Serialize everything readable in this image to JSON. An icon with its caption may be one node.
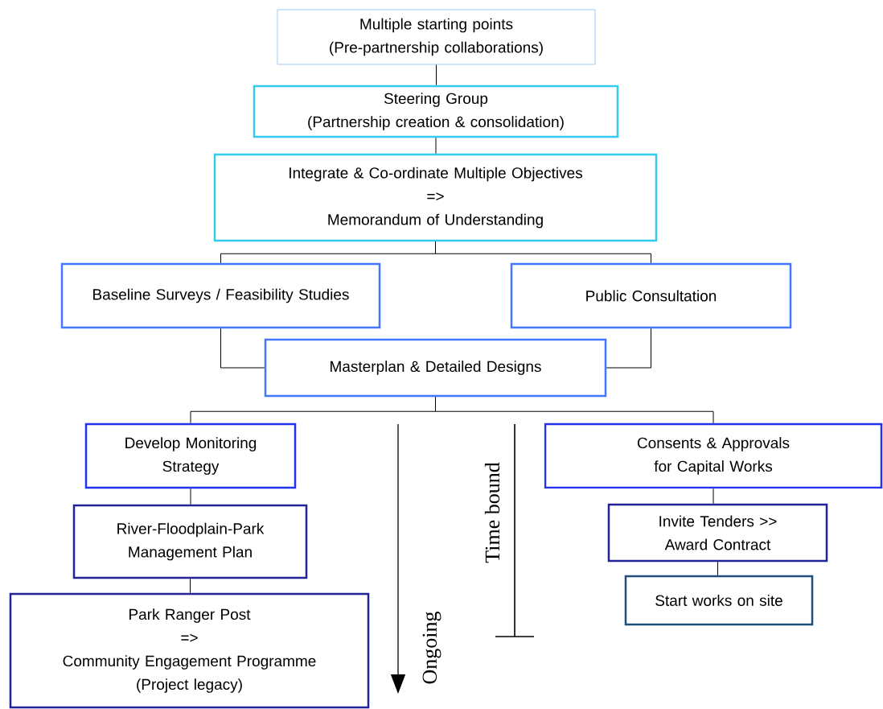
{
  "diagram": {
    "nodes": [
      {
        "text": [
          "Multiple starting points",
          "(Pre-partnership collaborations)"
        ]
      },
      {
        "text": [
          "Steering Group",
          "(Partnership creation & consolidation)"
        ]
      },
      {
        "text": [
          "Integrate & Co-ordinate Multiple Objectives",
          "=>",
          "Memorandum of Understanding"
        ]
      },
      {
        "text": [
          "Baseline Surveys / Feasibility Studies"
        ]
      },
      {
        "text": [
          "Public Consultation"
        ]
      },
      {
        "text": [
          "Masterplan & Detailed Designs"
        ]
      },
      {
        "text": [
          "Develop Monitoring Strategy"
        ]
      },
      {
        "text": [
          "River-Floodplain-Park Management Plan"
        ]
      },
      {
        "text": [
          "Park Ranger Post",
          "=>",
          "Community Engagement Programme",
          "(Project legacy)"
        ]
      },
      {
        "text": [
          "Consents & Approvals for Capital Works"
        ]
      },
      {
        "text": [
          "Invite Tenders >> Award Contract"
        ]
      },
      {
        "text": [
          "Start works on site"
        ]
      }
    ],
    "edges": [
      {
        "from": 0,
        "to": 1,
        "arrow": "none"
      },
      {
        "from": 1,
        "to": 2,
        "arrow": "none"
      },
      {
        "from": 2,
        "to": 3,
        "arrow": "none"
      },
      {
        "from": 2,
        "to": 4,
        "arrow": "none"
      },
      {
        "from": 3,
        "to": 5,
        "arrow": "none"
      },
      {
        "from": 4,
        "to": 5,
        "arrow": "none"
      },
      {
        "from": 5,
        "to": 6,
        "arrow": "none"
      },
      {
        "from": 5,
        "to": 9,
        "arrow": "none"
      },
      {
        "from": 6,
        "to": 7,
        "arrow": "none"
      },
      {
        "from": 7,
        "to": 8,
        "arrow": "none"
      },
      {
        "from": 9,
        "to": 10,
        "arrow": "none"
      },
      {
        "from": 10,
        "to": 11,
        "arrow": "none"
      }
    ],
    "labels": [
      "Time bound",
      "Ongoing"
    ]
  }
}
